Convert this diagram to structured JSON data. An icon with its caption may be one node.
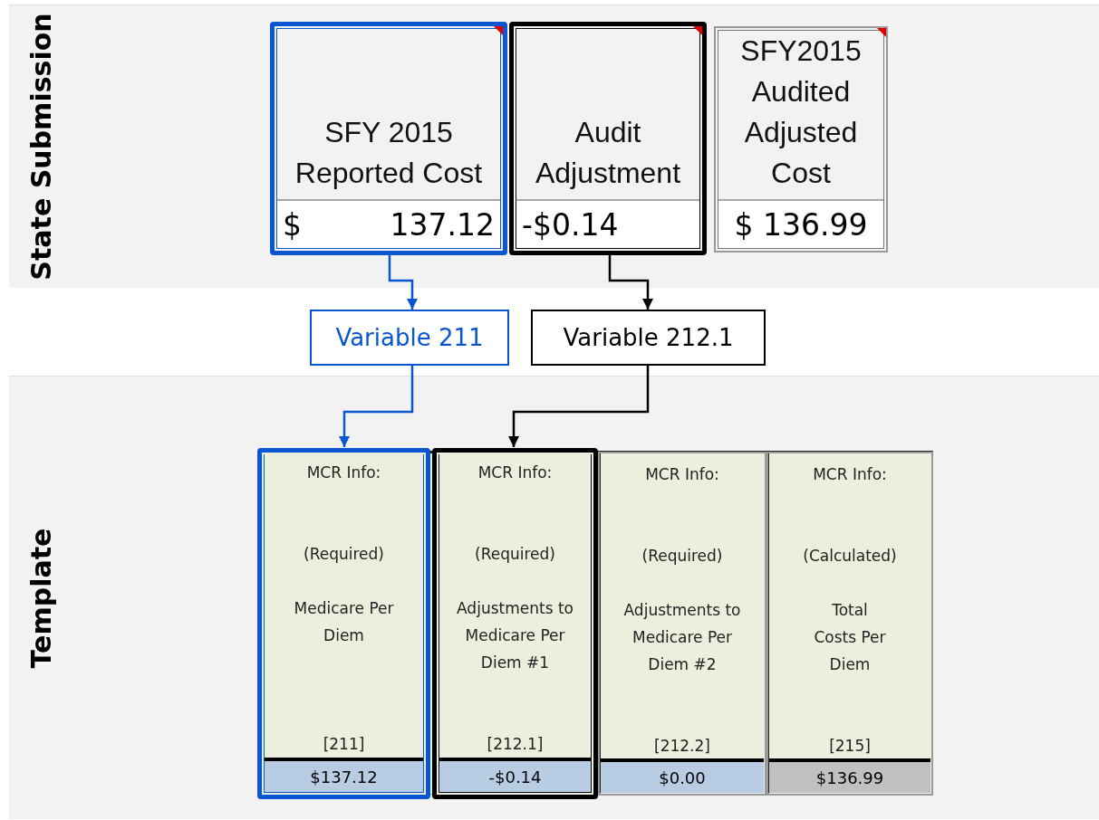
{
  "diagram": {
    "nodes": [
      {
        "text": [
          "State Submission"
        ]
      },
      {
        "text": [
          "SFY 2015 Reported Cost",
          "$",
          "137.12"
        ],
        "in": 0
      },
      {
        "text": [
          "Audit Adjustment",
          "-$0.14"
        ],
        "in": 0
      },
      {
        "text": [
          "SFY2015 Audited Adjusted Cost",
          "$ 136.99"
        ],
        "in": 0
      },
      {
        "text": [
          "Variable 211"
        ]
      },
      {
        "text": [
          "Variable 212.1"
        ]
      },
      {
        "text": [
          "Template"
        ]
      },
      {
        "text": [
          "MCR Info:",
          "(Required)",
          "Medicare Per Diem",
          "[211]",
          "$137.12"
        ],
        "in": 6
      },
      {
        "text": [
          "MCR Info:",
          "(Required)",
          "Adjustments to Medicare Per Diem #1",
          "[212.1]",
          "-$0.14"
        ],
        "in": 6
      },
      {
        "text": [
          "MCR Info:",
          "(Required)",
          "Adjustments to Medicare Per Diem #2",
          "[212.2]",
          "$0.00"
        ],
        "in": 6
      },
      {
        "text": [
          "MCR Info:",
          "(Calculated)",
          "Total Costs Per Diem",
          "[215]",
          "$136.99"
        ],
        "in": 6
      }
    ],
    "edges": [
      {
        "from": 1,
        "to": 4,
        "arrow": "to",
        "color": "#0a55d0"
      },
      {
        "from": 2,
        "to": 5,
        "arrow": "to",
        "color": "#000000"
      },
      {
        "from": 4,
        "to": 7,
        "arrow": "to",
        "color": "#0a55d0"
      },
      {
        "from": 5,
        "to": 8,
        "arrow": "to",
        "color": "#000000"
      }
    ]
  }
}
